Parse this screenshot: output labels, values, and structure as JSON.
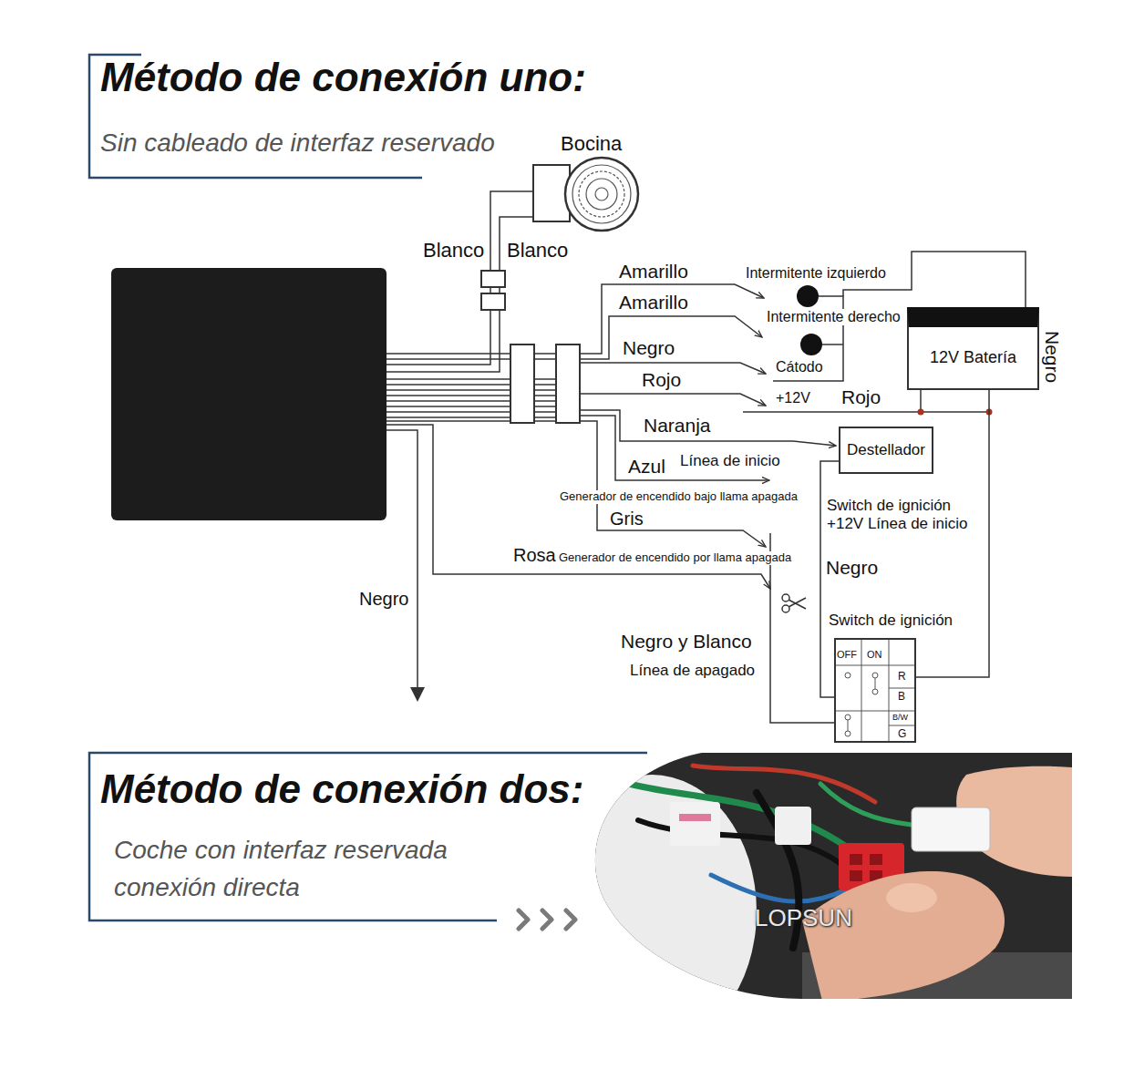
{
  "diagram": {
    "title": "Método de conexión uno:",
    "nodes": [
      {
        "text": [
          "Bocina"
        ]
      },
      {
        "text": [
          "12V Batería"
        ]
      },
      {
        "text": [
          "Destellador"
        ]
      },
      {
        "text": [
          "Switch de ignición"
        ]
      }
    ],
    "edges": [
      {
        "from": 1,
        "to": 3,
        "arrow": "none"
      },
      {
        "from": 2,
        "to": 3,
        "arrow": "none"
      }
    ],
    "labels": [
      "Sin cableado de interfaz reservado",
      "Blanco",
      "Blanco",
      "Amarillo",
      "Intermitente izquierdo",
      "Amarillo",
      "Intermitente derecho",
      "Negro",
      "Negro",
      "Cátodo",
      "Rojo",
      "+12V",
      "Rojo",
      "Naranja",
      "Azul",
      "Línea de inicio",
      "Generador de encendido bajo llama apagada",
      "Switch de ignición +12V Línea de inicio",
      "Gris",
      "Rosa",
      "Generador de encendido por llama apagada",
      "Negro",
      "Negro",
      "Negro y Blanco",
      "Línea de apagado",
      "OFF",
      "ON",
      "R",
      "B",
      "B/W",
      "G",
      "Método de conexión dos:",
      "Coche con interfaz reservada conexión directa",
      "LOPSUN"
    ]
  }
}
